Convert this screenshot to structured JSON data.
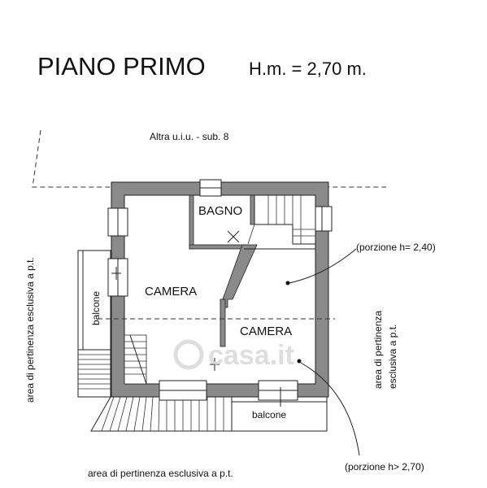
{
  "title": "PIANO PRIMO",
  "height_note": "H.m. = 2,70 m.",
  "neighbor_unit": "Altra u.i.u. - sub. 8",
  "rooms": {
    "bathroom": "BAGNO",
    "bedroom_left": "CAMERA",
    "bedroom_right": "CAMERA"
  },
  "balconies": {
    "west": "balcone",
    "south": "balcone"
  },
  "exclusive_area": {
    "left": "area di pertinenza esclusiva a p.t.",
    "right_line1": "area di pertinenza",
    "right_line2": "esclusiva a p.t.",
    "bottom": "area di pertinenza esclusiva a p.t."
  },
  "height_annotations": {
    "low": "(porzione h= 2,40)",
    "high": "(porzione h> 2,70)"
  },
  "watermark": "casa.it"
}
